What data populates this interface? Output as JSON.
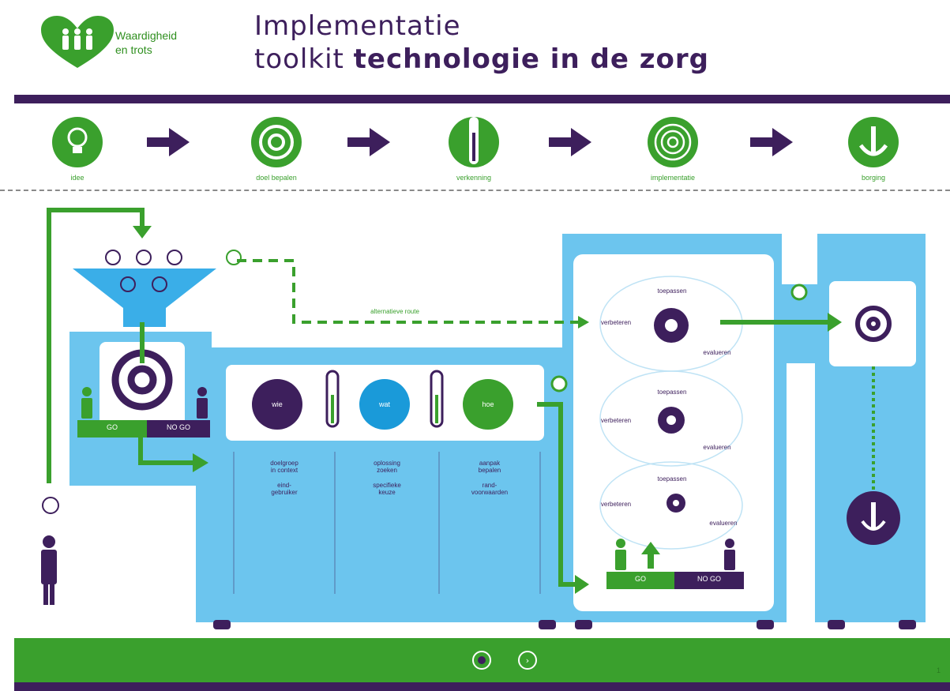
{
  "header": {
    "logo_line1": "Waardigheid",
    "logo_line2": "en trots",
    "title_line1": "Implementatie",
    "title_line2_normal": "toolkit ",
    "title_line2_bold": "technologie in de zorg"
  },
  "steps": [
    {
      "label": "idee",
      "icon": "lightbulb-icon"
    },
    {
      "label": "doel bepalen",
      "icon": "target-icon"
    },
    {
      "label": "verkenning",
      "icon": "thermometer-icon"
    },
    {
      "label": "implementatie",
      "icon": "spiral-target-icon"
    },
    {
      "label": "borging",
      "icon": "anchor-icon"
    }
  ],
  "diagram": {
    "alt_route": "alternatieve route",
    "go_label": "GO",
    "nogo_label": "NO GO",
    "circles": [
      {
        "label": "wie",
        "color": "#3d1f5c"
      },
      {
        "label": "wat",
        "color": "#1a9ad9"
      },
      {
        "label": "hoe",
        "color": "#3aa02d"
      }
    ],
    "columns": [
      {
        "line1": "doelgroep",
        "line2": "in context",
        "line3": "eind-",
        "line4": "gebruiker"
      },
      {
        "line1": "oplossing",
        "line2": "zoeken",
        "line3": "specifieke",
        "line4": "keuze"
      },
      {
        "line1": "aanpak",
        "line2": "bepalen",
        "line3": "rand-",
        "line4": "voorwaarden"
      }
    ],
    "cycles": [
      {
        "top": "toepassen",
        "left": "verbeteren",
        "right": "evalueren"
      },
      {
        "top": "toepassen",
        "left": "verbeteren",
        "right": "evalueren"
      },
      {
        "top": "toepassen",
        "left": "verbeteren",
        "right": "evalueren"
      }
    ]
  },
  "colors": {
    "purple": "#3d1f5c",
    "green": "#3aa02d",
    "blue": "#6cc5ee",
    "light_blue": "#1a9ad9"
  },
  "footer": {
    "page_number": "1"
  }
}
